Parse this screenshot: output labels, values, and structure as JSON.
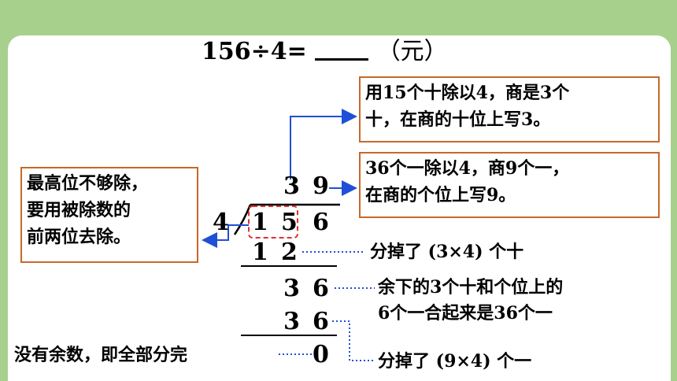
{
  "equation": {
    "expr": "156÷4=",
    "unit": "（元）"
  },
  "notes": {
    "left": [
      "最高位不够除，",
      "要用被除数的",
      "前两位去除。"
    ],
    "tens_step": [
      "用15个十除以4，商是3个",
      "十，在商的十位上写3。"
    ],
    "ones_step": [
      "36个一除以4，商9个一，",
      "在商的个位上写9。"
    ]
  },
  "division": {
    "quotient": [
      "3",
      "9"
    ],
    "divisor": "4",
    "dividend": [
      "1",
      "5",
      "6"
    ],
    "step1": [
      "1",
      "2"
    ],
    "step2": [
      "3",
      "6"
    ],
    "step3": [
      "3",
      "6"
    ],
    "remainder": "0"
  },
  "labels": {
    "subtract_tens": "分掉了 (3×4) 个十",
    "remaining": [
      "余下的3个十和个位上的",
      "6个一合起来是36个一"
    ],
    "subtract_ones": "分掉了 (9×4) 个一",
    "no_remainder": "没有余数，即全部分完"
  },
  "colors": {
    "background": "#a8d08d",
    "note_border": "#c8682a",
    "arrow": "#1f4fd6",
    "highlight": "#e03030"
  }
}
